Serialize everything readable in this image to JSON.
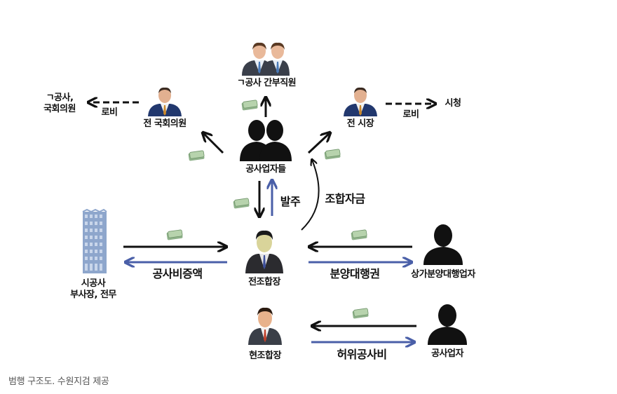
{
  "diagram": {
    "nodes": {
      "center_group": "공사업자들",
      "top_group": "ㄱ공사 간부직원",
      "left_official": "전 국회의원",
      "left_target": "ㄱ공사,\n국회의원",
      "right_official": "전 시장",
      "right_target": "시청",
      "builder": "시공사\n부사장, 전무",
      "former_chair": "전조합장",
      "sales_agent": "상가분양대행업자",
      "current_chair": "현조합장",
      "contractor": "공사업자"
    },
    "edges": {
      "lobby_left": "로비",
      "lobby_right": "로비",
      "order": "발주",
      "union_fund": "조합자금",
      "cost_increase": "공사비증액",
      "sales_rights": "분양대행권",
      "fake_cost": "허위공사비"
    },
    "colors": {
      "arrow_black": "#111111",
      "arrow_blue": "#4a5fa8"
    },
    "icons": [
      "businessman-icon",
      "silhouette-icon",
      "building-icon",
      "money-icon"
    ]
  },
  "caption": "범행 구조도. 수원지검 제공"
}
